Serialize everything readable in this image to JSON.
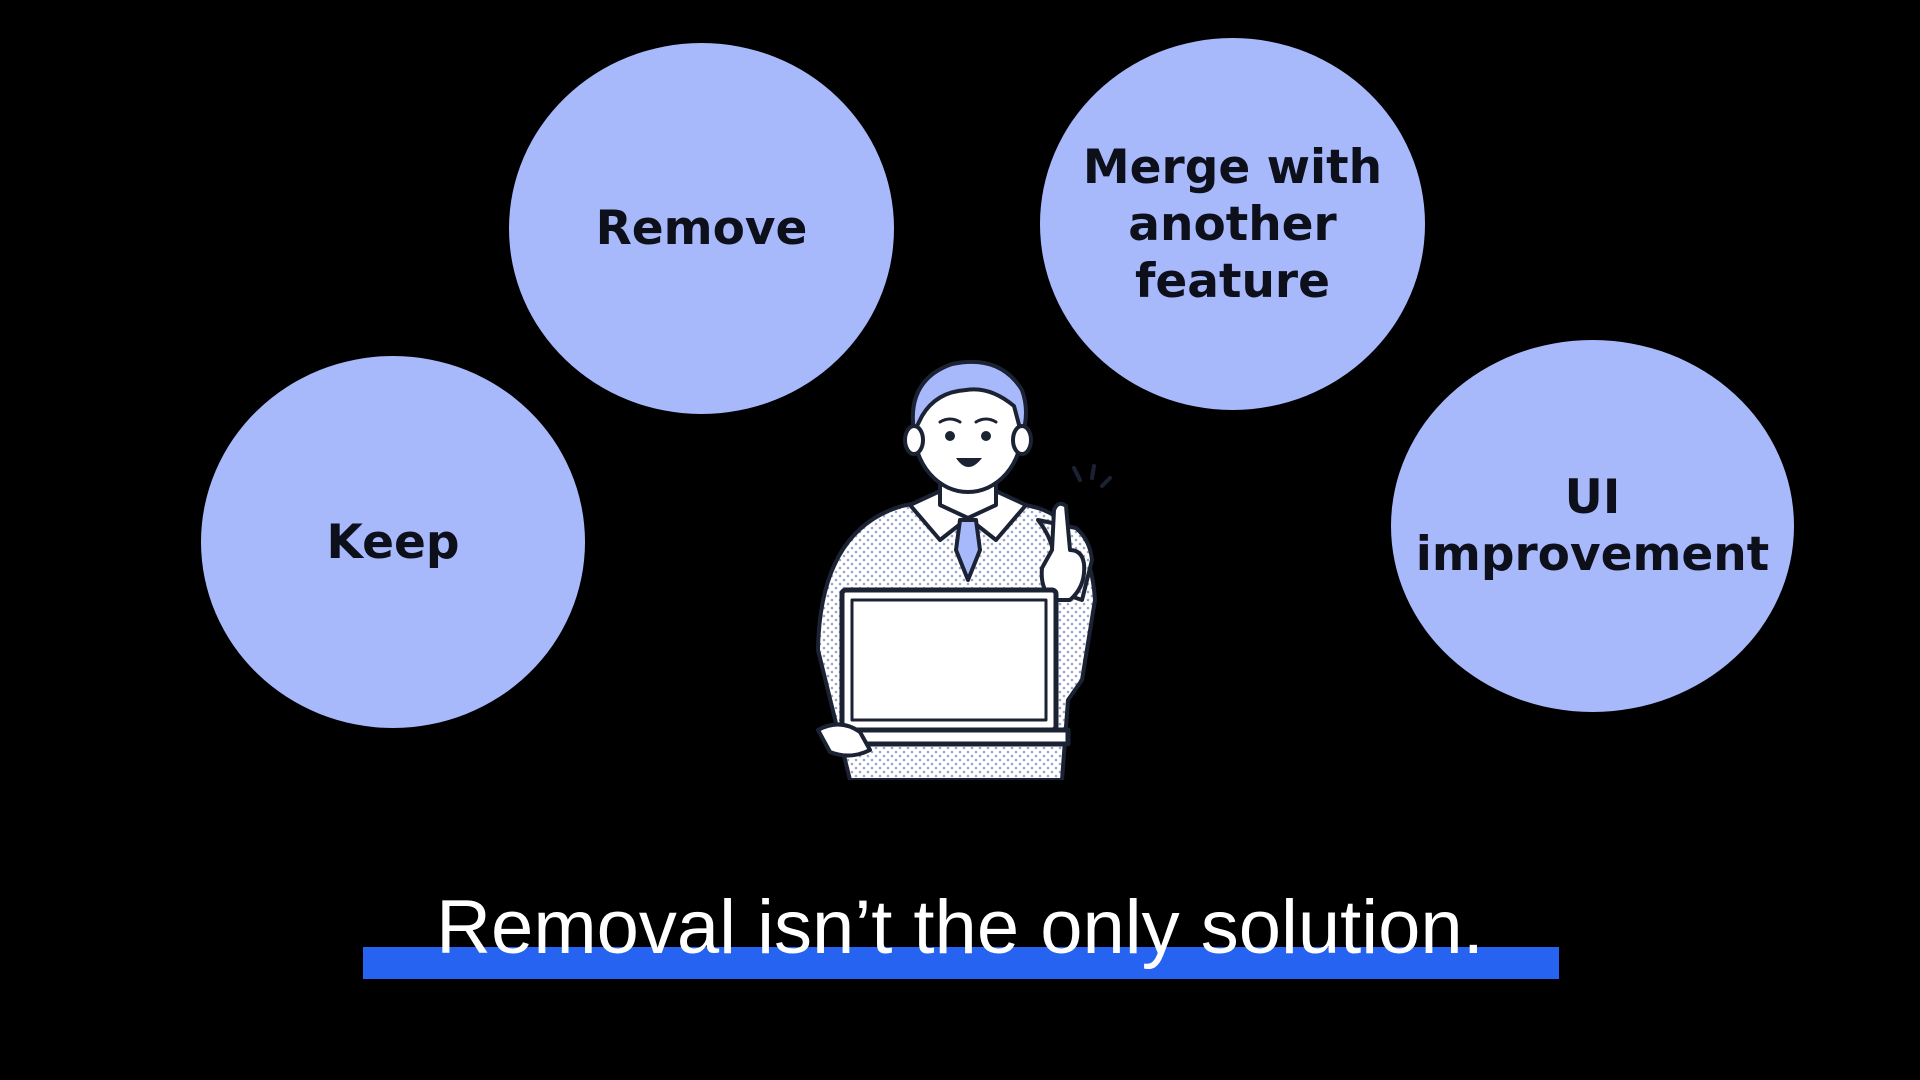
{
  "bubbles": {
    "keep": "Keep",
    "remove": "Remove",
    "merge": "Merge with\nanother\nfeature",
    "ui": "UI\nimprovement"
  },
  "caption": "Removal isn’t the only solution.",
  "colors": {
    "background": "#000000",
    "bubble": "#a8b9fb",
    "underline": "#2563f0",
    "caption_text": "#ffffff"
  },
  "illustration": "person-with-laptop-pointing-up"
}
